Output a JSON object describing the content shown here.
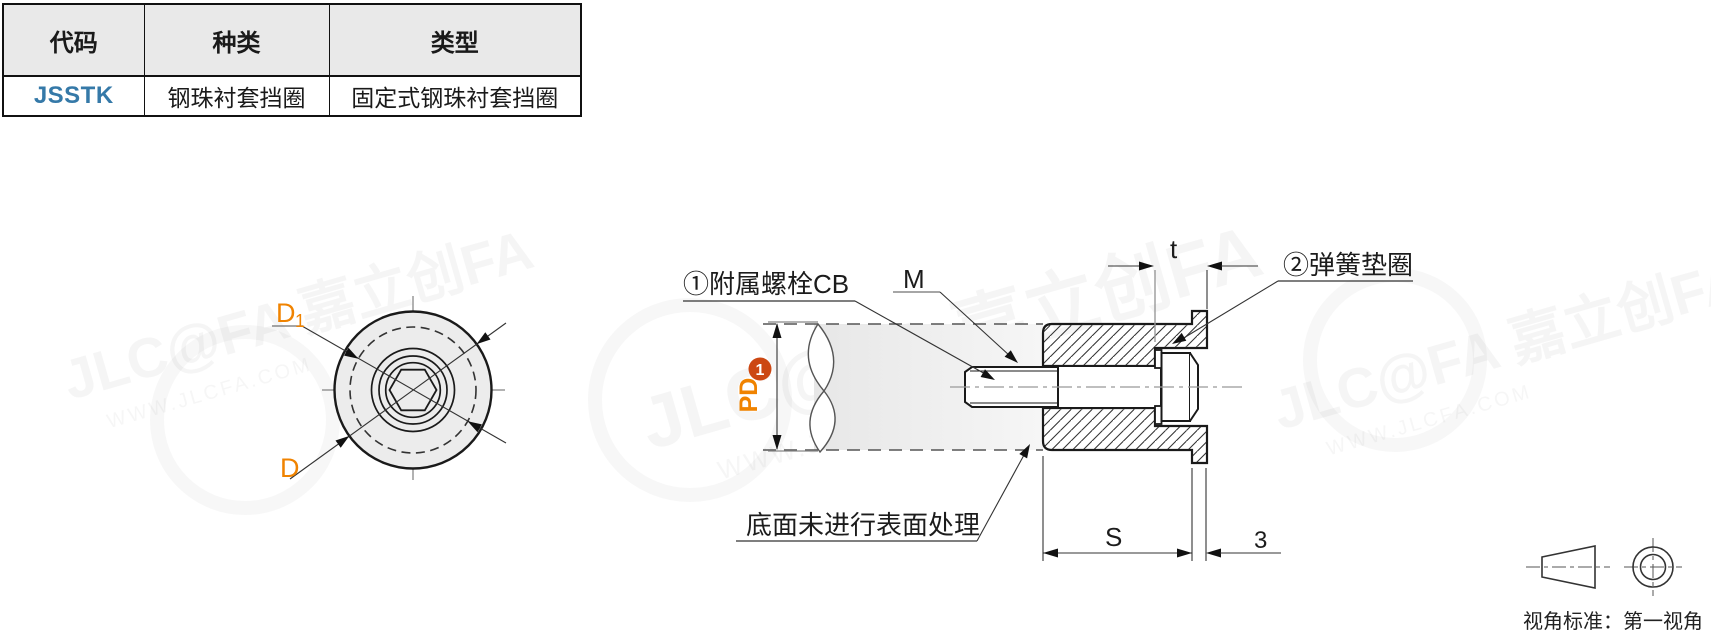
{
  "table": {
    "headers": [
      "代码",
      "种类",
      "类型"
    ],
    "row": {
      "code": "JSSTK",
      "kind": "钢珠衬套挡圈",
      "type": "固定式钢珠衬套挡圈"
    }
  },
  "labels": {
    "d1_main": "D",
    "d1_sub": "1",
    "d": "D",
    "pd": "PD",
    "pd_badge": "1",
    "bolt_note": "①附属螺栓CB",
    "thread": "M",
    "t_dim": "t",
    "washer_note": "②弹簧垫圈",
    "bottom_note": "底面未进行表面处理",
    "s_dim": "S",
    "three_dim": "3"
  },
  "view_standard": {
    "caption": "视角标准：第一视角"
  },
  "watermark": {
    "brand": "JLC@FA 嘉立创FA",
    "url": "WWW.JLCFA.COM"
  },
  "colors": {
    "accent_orange": "#F08300",
    "badge_orange": "#CC4712",
    "code_blue": "#3579A8",
    "table_header_bg": "#E9E9E9",
    "part_fill": "#ECECEC"
  }
}
